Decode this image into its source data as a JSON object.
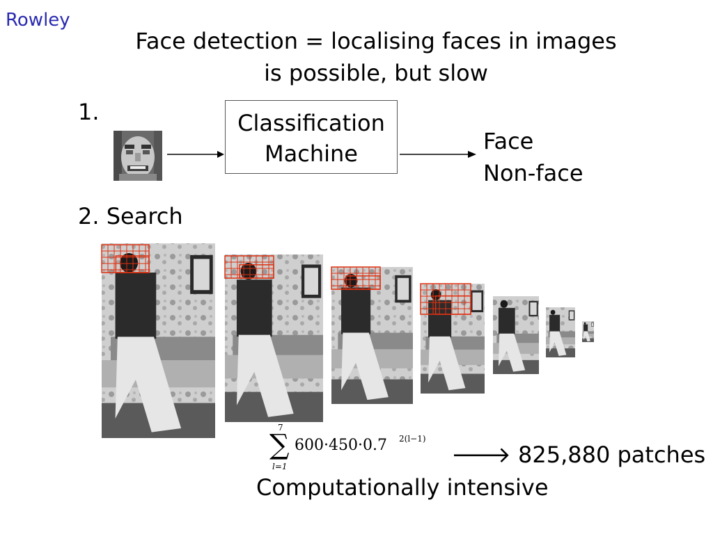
{
  "slide": {
    "author": "Rowley",
    "title_line1": "Face detection = localising faces in images",
    "title_line2": "is possible, but slow",
    "step1_label": "1.",
    "classifier_line1": "Classification",
    "classifier_line2": "Machine",
    "output_face": "Face",
    "output_nonface": "Non-face",
    "step2_label": "2. Search",
    "formula": {
      "upper": "7",
      "lower": "l=1",
      "sum_symbol": "∑",
      "body": "600·450·0.7",
      "exponent": "2(l−1)"
    },
    "result_arrow": "🡒",
    "result": "825,880 patches",
    "conclusion": "Computationally intensive"
  },
  "pyramid": {
    "levels": 7,
    "scale_factor": 0.7,
    "grid_color": "#e03010"
  }
}
